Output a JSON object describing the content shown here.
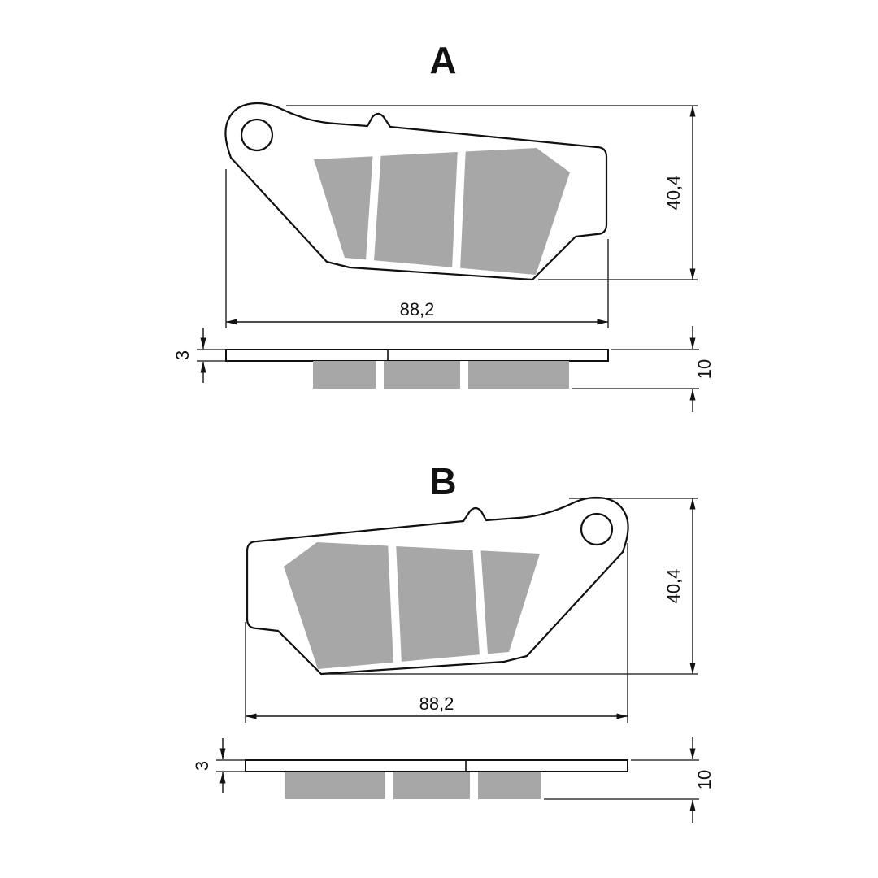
{
  "views": [
    {
      "label": "A",
      "width_label": "88,2",
      "height_label": "40,4",
      "backing_label": "3",
      "total_label": "10"
    },
    {
      "label": "B",
      "width_label": "88,2",
      "height_label": "40,4",
      "backing_label": "3",
      "total_label": "10"
    }
  ],
  "colors": {
    "friction_gray": "#a7a7a7",
    "line": "#111111",
    "background": "#ffffff"
  }
}
